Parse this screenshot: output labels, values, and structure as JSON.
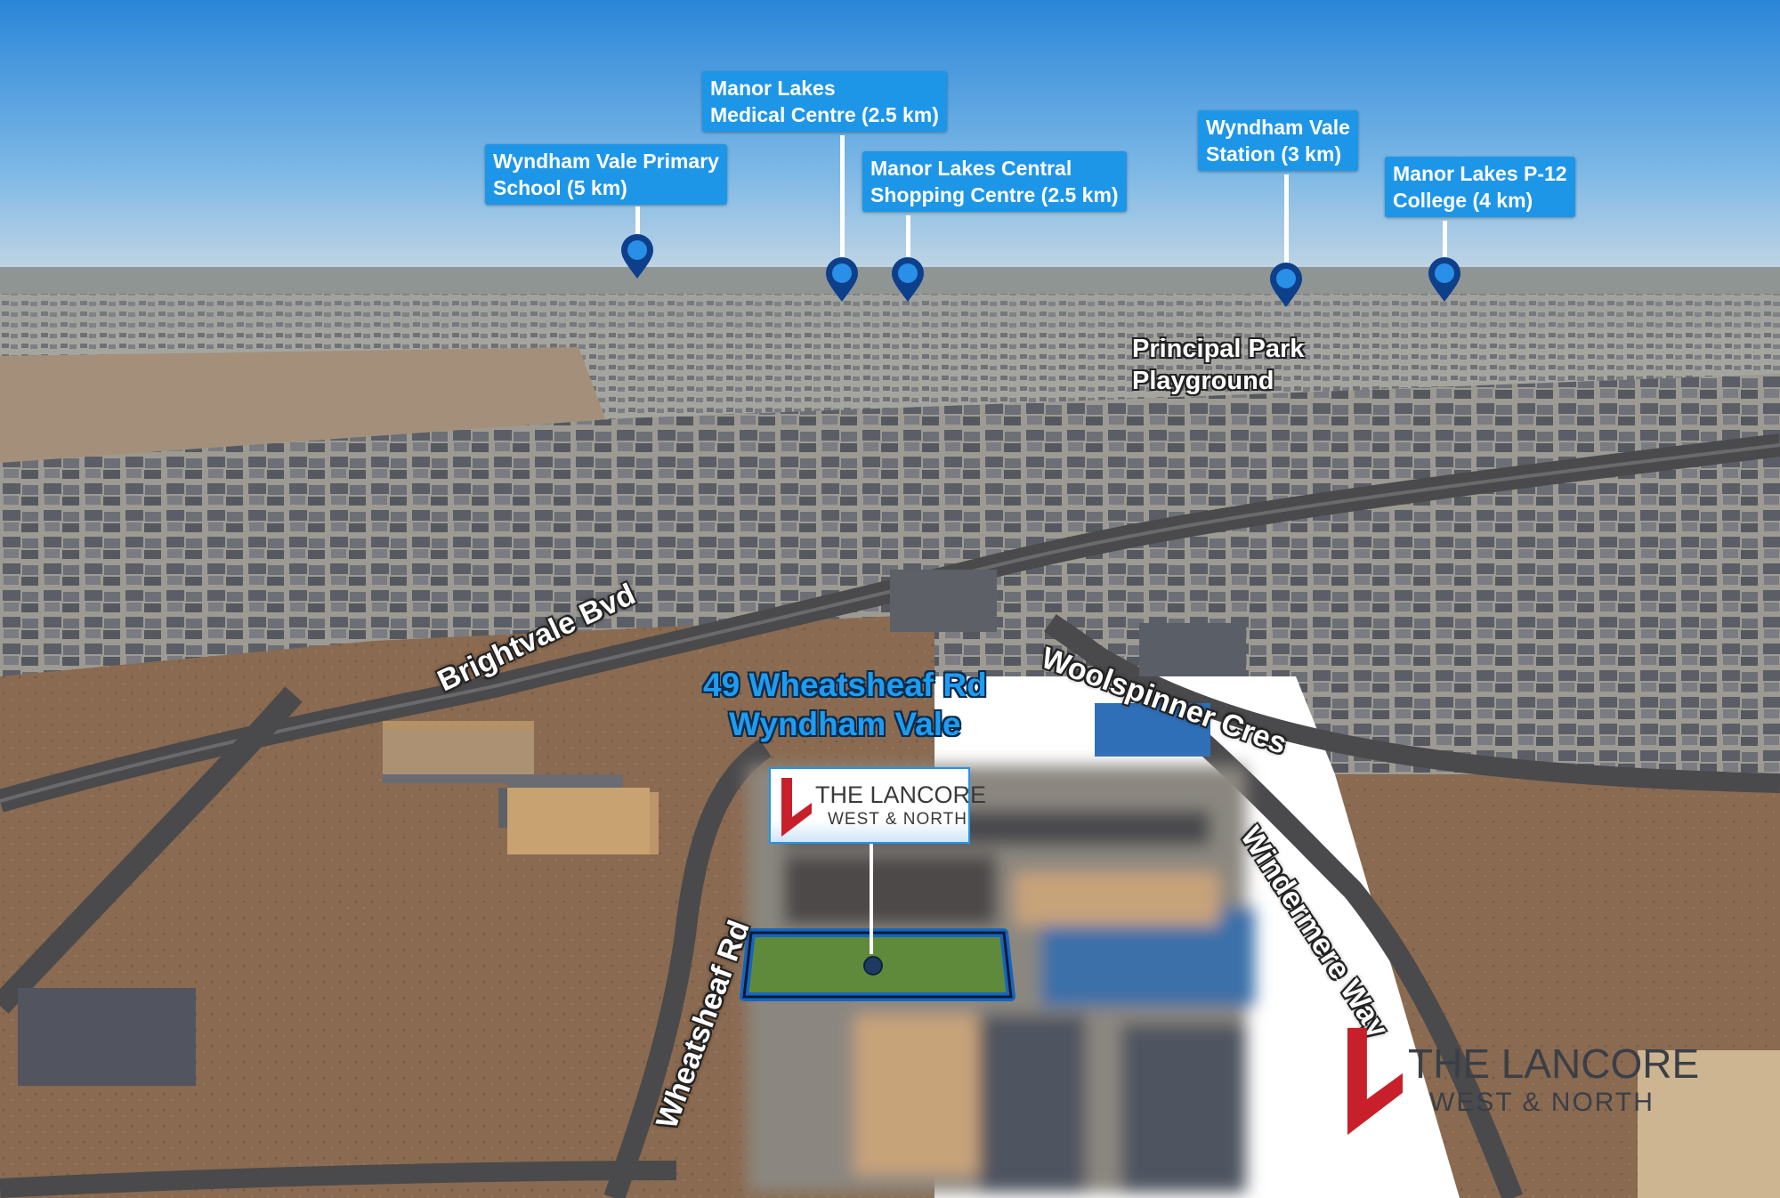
{
  "points_of_interest": [
    {
      "label": "Wyndham Vale Primary School (5 km)",
      "line1": "Wyndham Vale Primary",
      "line2": "School (5 km)"
    },
    {
      "label": "Manor Lakes Medical Centre (2.5 km)",
      "line1": "Manor Lakes",
      "line2": "Medical Centre (2.5 km)"
    },
    {
      "label": "Manor Lakes Central Shopping Centre (2.5 km)",
      "line1": "Manor Lakes Central",
      "line2": "Shopping Centre (2.5 km)"
    },
    {
      "label": "Wyndham Vale Station (3 km)",
      "line1": "Wyndham Vale",
      "line2": "Station (3 km)"
    },
    {
      "label": "Manor Lakes P-12 College (4 km)",
      "line1": "Manor Lakes P-12",
      "line2": "College (4 km)"
    }
  ],
  "park": {
    "line1": "Principal Park",
    "line2": "Playground"
  },
  "roads": {
    "brightvale": "Brightvale Bvd",
    "woolspinner": "Woolspinner Cres",
    "windermere": "Windermere Way",
    "wheatsheaf": "Wheatsheaf Rd"
  },
  "address": {
    "line1": "49 Wheatsheaf Rd",
    "line2": "Wyndham Vale"
  },
  "brand": {
    "name": "THE LANCORE",
    "sub": "WEST & NORTH"
  },
  "colors": {
    "label_blue": "#1e96e8",
    "address_blue": "#1e9cf0",
    "brand_red": "#c8202a",
    "lot_grass": "#5f8a3c"
  },
  "icons": [
    "location-pin-icon",
    "lancore-logo-icon"
  ]
}
